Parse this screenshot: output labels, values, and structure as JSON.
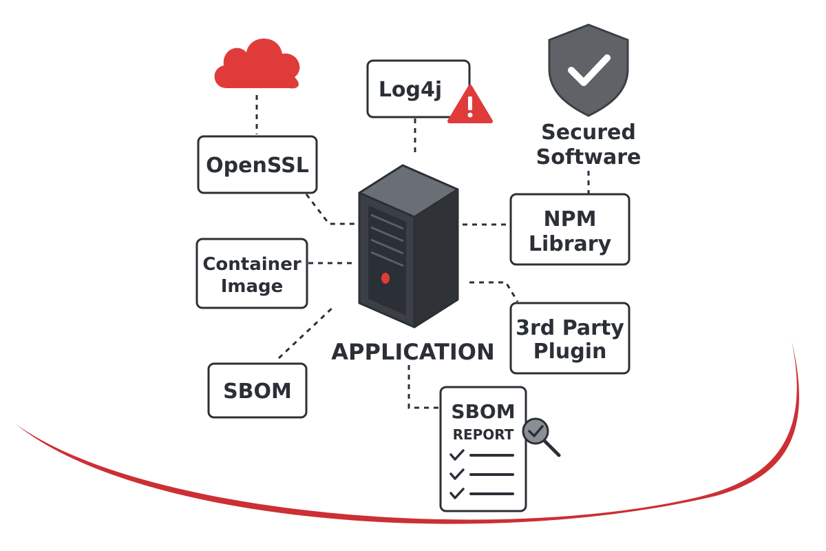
{
  "colors": {
    "accent_red": "#e03b3b",
    "ink": "#2b2f36",
    "shield_gray": "#5f6368",
    "server_dark": "#3c4046",
    "server_top": "#6a6f76",
    "server_side": "#2f3338"
  },
  "nodes": {
    "log4j": "Log4j",
    "openssl": "OpenSSL",
    "container_line1": "Container",
    "container_line2": "Image",
    "sbom": "SBOM",
    "npm_line1": "NPM",
    "npm_line2": "Library",
    "plugin_line1": "3rd Party",
    "plugin_line2": "Plugin",
    "secured_line1": "Secured",
    "secured_line2": "Software",
    "application": "APPLICATION",
    "report_line1": "SBOM",
    "report_line2": "REPORT"
  },
  "icons": {
    "cloud": "cloud-icon",
    "warning": "warning-icon",
    "shield": "shield-check-icon",
    "server": "server-icon",
    "magnifier": "magnifier-check-icon",
    "checklist": "checklist-icon"
  }
}
